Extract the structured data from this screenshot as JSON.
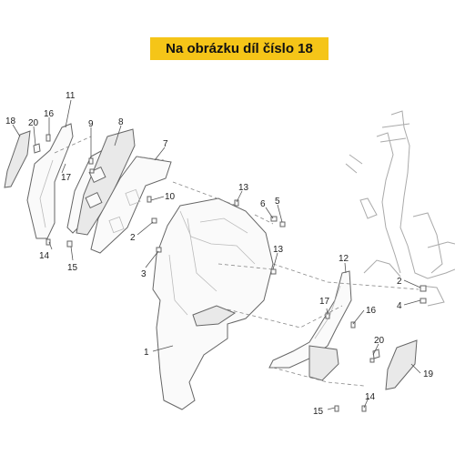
{
  "banner": {
    "text": "Na obrázku díl číslo 18"
  },
  "callouts": [
    {
      "id": "c18a",
      "label": "18"
    },
    {
      "id": "c20a",
      "label": "20"
    },
    {
      "id": "c16a",
      "label": "16"
    },
    {
      "id": "c11",
      "label": "11"
    },
    {
      "id": "c9",
      "label": "9"
    },
    {
      "id": "c8",
      "label": "8"
    },
    {
      "id": "c7",
      "label": "7"
    },
    {
      "id": "c17a",
      "label": "17"
    },
    {
      "id": "c10",
      "label": "10"
    },
    {
      "id": "c13a",
      "label": "13"
    },
    {
      "id": "c6",
      "label": "6"
    },
    {
      "id": "c5",
      "label": "5"
    },
    {
      "id": "c2a",
      "label": "2"
    },
    {
      "id": "c13b",
      "label": "13"
    },
    {
      "id": "c14a",
      "label": "14"
    },
    {
      "id": "c15a",
      "label": "15"
    },
    {
      "id": "c3",
      "label": "3"
    },
    {
      "id": "c12",
      "label": "12"
    },
    {
      "id": "c2b",
      "label": "2"
    },
    {
      "id": "c4",
      "label": "4"
    },
    {
      "id": "c17b",
      "label": "17"
    },
    {
      "id": "c16b",
      "label": "16"
    },
    {
      "id": "c1",
      "label": "1"
    },
    {
      "id": "c20b",
      "label": "20"
    },
    {
      "id": "c19",
      "label": "19"
    },
    {
      "id": "c14b",
      "label": "14"
    },
    {
      "id": "c15b",
      "label": "15"
    }
  ]
}
